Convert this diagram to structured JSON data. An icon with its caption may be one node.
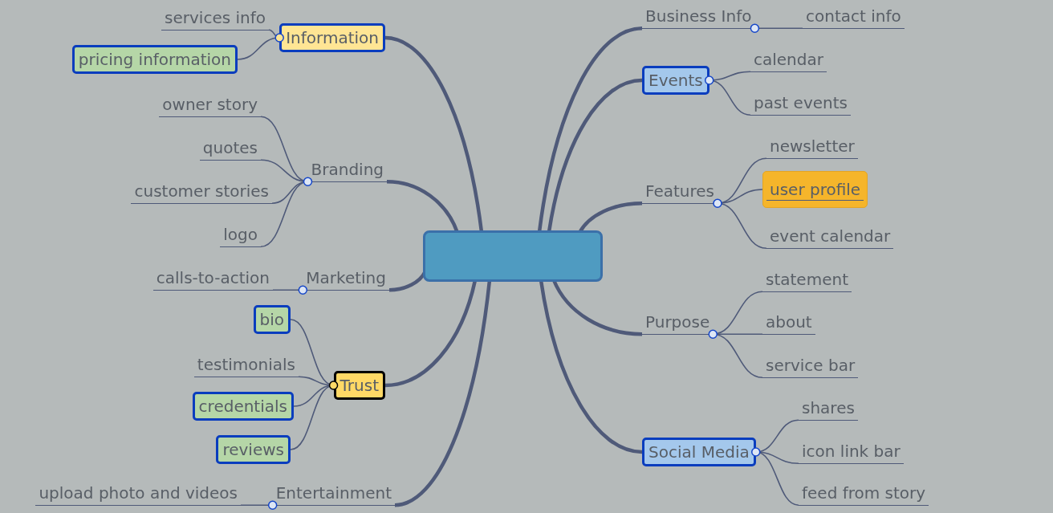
{
  "diagram": {
    "nodes": [
      {
        "text": [],
        "shape": "box"
      },
      {
        "text": [
          "Information"
        ]
      },
      {
        "text": [
          "services info"
        ]
      },
      {
        "text": [
          "pricing information"
        ]
      },
      {
        "text": [
          "Branding"
        ]
      },
      {
        "text": [
          "owner story"
        ]
      },
      {
        "text": [
          "quotes"
        ]
      },
      {
        "text": [
          "customer stories"
        ]
      },
      {
        "text": [
          "logo"
        ]
      },
      {
        "text": [
          "Marketing"
        ]
      },
      {
        "text": [
          "calls-to-action"
        ]
      },
      {
        "text": [
          "Trust"
        ]
      },
      {
        "text": [
          "bio"
        ]
      },
      {
        "text": [
          "testimonials"
        ]
      },
      {
        "text": [
          "credentials"
        ]
      },
      {
        "text": [
          "reviews"
        ]
      },
      {
        "text": [
          "Entertainment"
        ]
      },
      {
        "text": [
          "upload photo and videos"
        ]
      },
      {
        "text": [
          "Business Info"
        ]
      },
      {
        "text": [
          "contact info"
        ]
      },
      {
        "text": [
          "Events"
        ]
      },
      {
        "text": [
          "calendar"
        ]
      },
      {
        "text": [
          "past events"
        ]
      },
      {
        "text": [
          "Features"
        ]
      },
      {
        "text": [
          "newsletter"
        ]
      },
      {
        "text": [
          "user profile"
        ]
      },
      {
        "text": [
          "event calendar"
        ]
      },
      {
        "text": [
          "Purpose"
        ]
      },
      {
        "text": [
          "statement"
        ]
      },
      {
        "text": [
          "about"
        ]
      },
      {
        "text": [
          "service bar"
        ]
      },
      {
        "text": [
          "Social Media"
        ]
      },
      {
        "text": [
          "shares"
        ]
      },
      {
        "text": [
          "icon link bar"
        ]
      },
      {
        "text": [
          "feed from story"
        ]
      }
    ],
    "edges": [
      {
        "from": 0,
        "to": 1,
        "arrow": "none",
        "style": "thick"
      },
      {
        "from": 1,
        "to": 2,
        "arrow": "none"
      },
      {
        "from": 1,
        "to": 3,
        "arrow": "none"
      },
      {
        "from": 0,
        "to": 4,
        "arrow": "none",
        "style": "thick"
      },
      {
        "from": 4,
        "to": 5,
        "arrow": "none"
      },
      {
        "from": 4,
        "to": 6,
        "arrow": "none"
      },
      {
        "from": 4,
        "to": 7,
        "arrow": "none"
      },
      {
        "from": 4,
        "to": 8,
        "arrow": "none"
      },
      {
        "from": 0,
        "to": 9,
        "arrow": "none",
        "style": "thick"
      },
      {
        "from": 9,
        "to": 10,
        "arrow": "none"
      },
      {
        "from": 0,
        "to": 11,
        "arrow": "none",
        "style": "thick"
      },
      {
        "from": 11,
        "to": 12,
        "arrow": "none"
      },
      {
        "from": 11,
        "to": 13,
        "arrow": "none"
      },
      {
        "from": 11,
        "to": 14,
        "arrow": "none"
      },
      {
        "from": 11,
        "to": 15,
        "arrow": "none"
      },
      {
        "from": 0,
        "to": 16,
        "arrow": "none",
        "style": "thick"
      },
      {
        "from": 16,
        "to": 17,
        "arrow": "none"
      },
      {
        "from": 0,
        "to": 18,
        "arrow": "none",
        "style": "thick"
      },
      {
        "from": 18,
        "to": 19,
        "arrow": "none"
      },
      {
        "from": 0,
        "to": 20,
        "arrow": "none",
        "style": "thick"
      },
      {
        "from": 20,
        "to": 21,
        "arrow": "none"
      },
      {
        "from": 20,
        "to": 22,
        "arrow": "none"
      },
      {
        "from": 0,
        "to": 23,
        "arrow": "none",
        "style": "thick"
      },
      {
        "from": 23,
        "to": 24,
        "arrow": "none"
      },
      {
        "from": 23,
        "to": 25,
        "arrow": "none"
      },
      {
        "from": 23,
        "to": 26,
        "arrow": "none"
      },
      {
        "from": 0,
        "to": 27,
        "arrow": "none",
        "style": "thick"
      },
      {
        "from": 27,
        "to": 28,
        "arrow": "none"
      },
      {
        "from": 27,
        "to": 29,
        "arrow": "none"
      },
      {
        "from": 27,
        "to": 30,
        "arrow": "none"
      },
      {
        "from": 0,
        "to": 31,
        "arrow": "none",
        "style": "thick"
      },
      {
        "from": 31,
        "to": 32,
        "arrow": "none"
      },
      {
        "from": 31,
        "to": 33,
        "arrow": "none"
      },
      {
        "from": 31,
        "to": 34,
        "arrow": "none"
      }
    ]
  }
}
